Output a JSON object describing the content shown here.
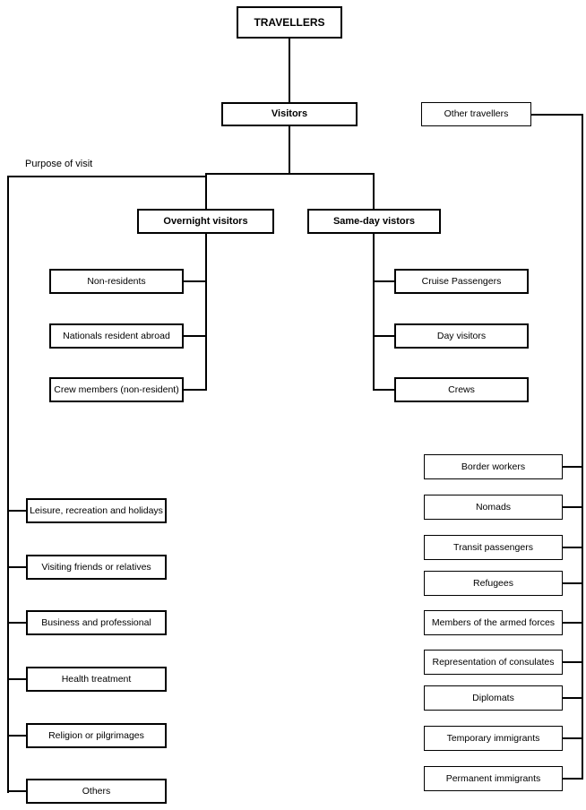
{
  "diagram": {
    "colors": {
      "line": "#000000",
      "background": "#ffffff"
    },
    "root": {
      "label": "TRAVELLERS"
    },
    "visitors": {
      "label": "Visitors"
    },
    "other_travellers": {
      "label": "Other travellers"
    },
    "purpose_label": "Purpose of visit",
    "overnight": {
      "label": "Overnight visitors"
    },
    "same_day": {
      "label": "Same-day vistors"
    },
    "overnight_children": [
      "Non-residents",
      "Nationals resident abroad",
      "Crew members (non-resident)"
    ],
    "same_day_children": [
      "Cruise Passengers",
      "Day visitors",
      "Crews"
    ],
    "purposes": [
      "Leisure, recreation and holidays",
      "Visiting friends or relatives",
      "Business and professional",
      "Health treatment",
      "Religion or pilgrimages",
      "Others"
    ],
    "other_traveller_children": [
      "Border workers",
      "Nomads",
      "Transit passengers",
      "Refugees",
      "Members of the armed forces",
      "Representation of consulates",
      "Diplomats",
      "Temporary immigrants",
      "Permanent immigrants"
    ]
  }
}
